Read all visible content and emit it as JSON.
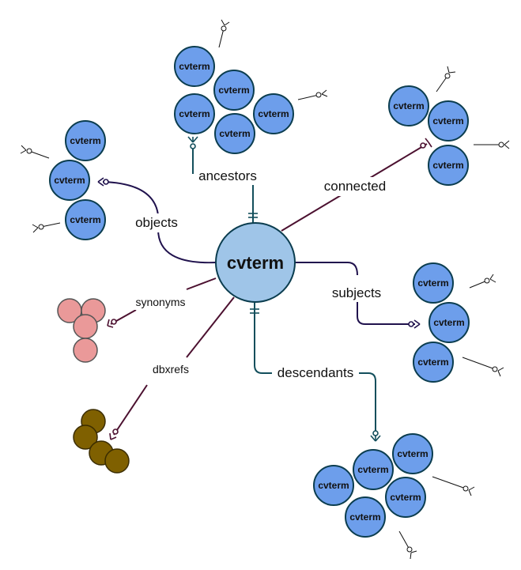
{
  "diagram": {
    "central": {
      "label": "cvterm",
      "fill": "#9fc5e8",
      "stroke": "#0b3d4f"
    },
    "node_label": "cvterm",
    "colors": {
      "node_fill": "#6d9eeb",
      "node_stroke": "#0b3d4f",
      "synonym_fill": "#ea9999",
      "synonym_stroke": "#555555",
      "dbxref_fill": "#7f6000",
      "dbxref_stroke": "#3a2c00",
      "edge_navy": "#20124d",
      "edge_teal": "#134f5c",
      "edge_maroon": "#4c1130"
    },
    "relations": {
      "ancestors": "ancestors",
      "connected": "connected",
      "objects": "objects",
      "subjects": "subjects",
      "synonyms": "synonyms",
      "dbxrefs": "dbxrefs",
      "descendants": "descendants"
    },
    "groups": {
      "ancestors_count": 5,
      "connected_count": 3,
      "objects_count": 3,
      "subjects_count": 3,
      "synonyms_count": 4,
      "dbxrefs_count": 4,
      "descendants_count": 5
    }
  }
}
